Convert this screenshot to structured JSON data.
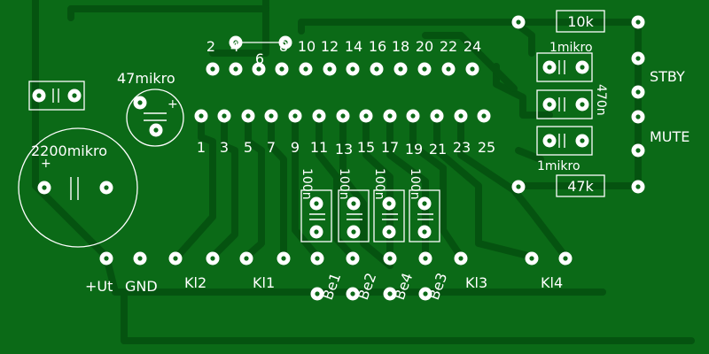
{
  "board": {
    "top_pins_even": [
      "2",
      "4",
      "6",
      "8",
      "10",
      "12",
      "14",
      "16",
      "18",
      "20",
      "22",
      "24"
    ],
    "bottom_pins_odd": [
      "1",
      "3",
      "5",
      "7",
      "9",
      "11",
      "13",
      "15",
      "17",
      "19",
      "21",
      "23",
      "25"
    ],
    "caps": {
      "c47": "47mikro",
      "c2200": "2200mikro",
      "c100_labels": [
        "100n",
        "100n",
        "100n",
        "100n"
      ],
      "c1m_top": "1mikro",
      "c470": "470n",
      "c1m_bottom": "1mikro"
    },
    "resistors": {
      "r_top": "10k",
      "r_bottom": "47k"
    },
    "side_labels": {
      "stby": "STBY",
      "mute": "MUTE"
    },
    "connectors": [
      "+Ut",
      "GND",
      "Kl2",
      "Kl1",
      "Be1",
      "Be2",
      "Be4",
      "Be3",
      "Kl3",
      "Kl4"
    ],
    "plus_sign": "+"
  }
}
